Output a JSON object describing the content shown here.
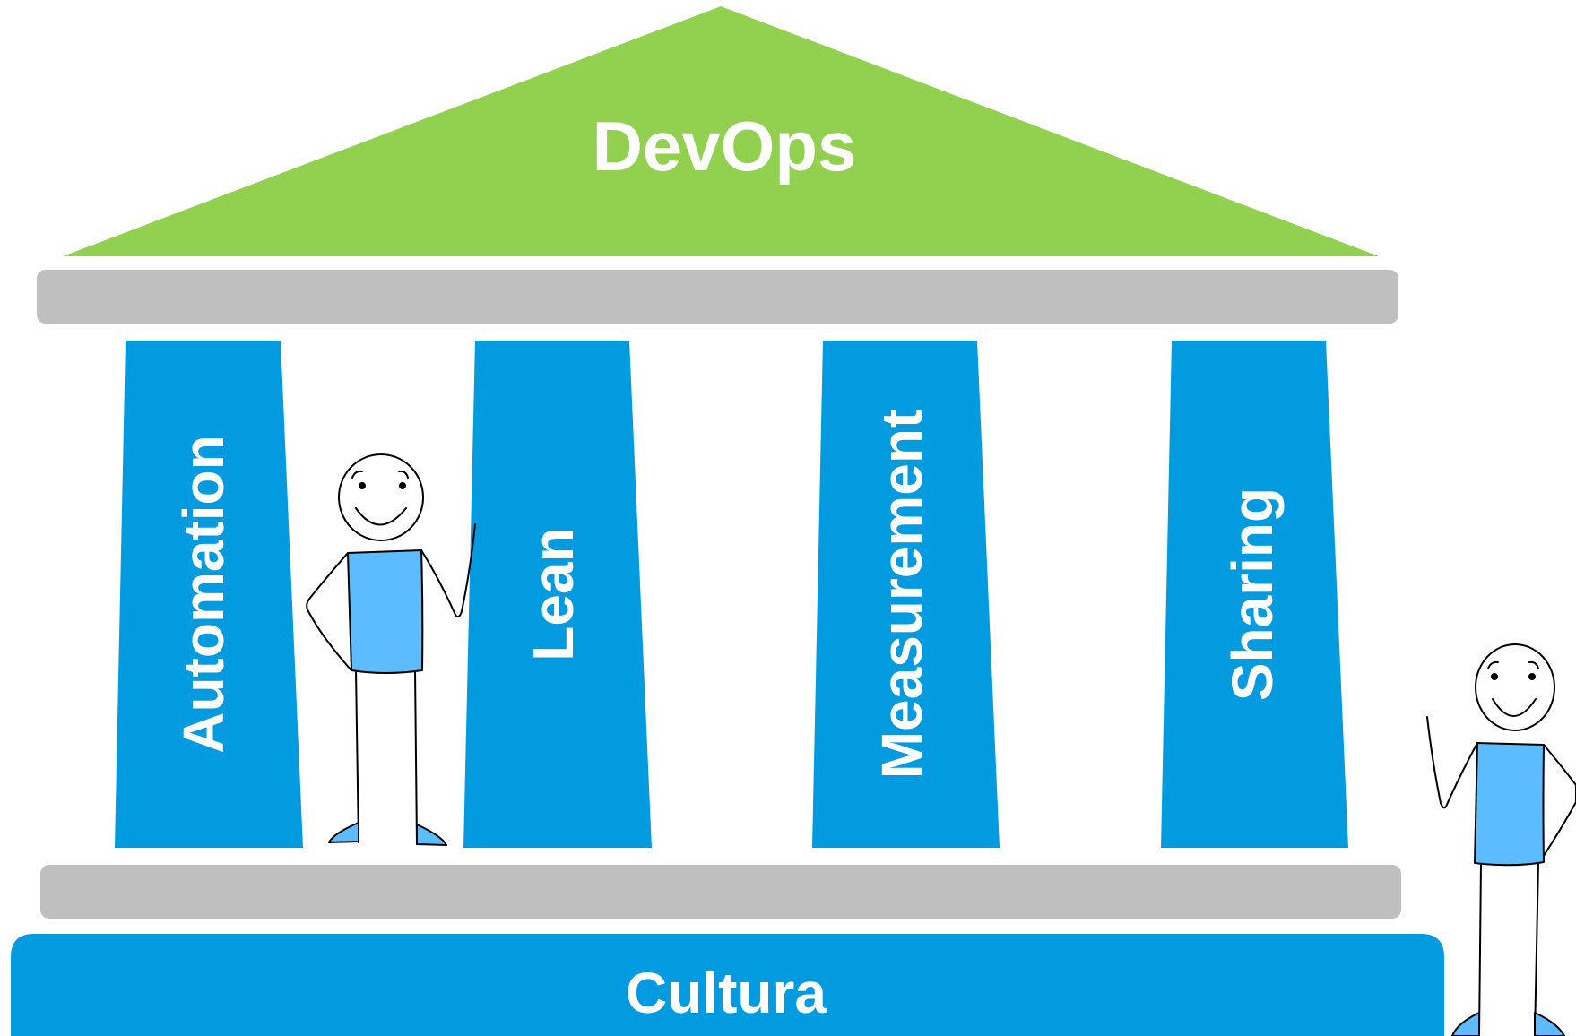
{
  "roof": {
    "title": "DevOps",
    "color": "#92D050"
  },
  "pillars": [
    {
      "label": "Automation"
    },
    {
      "label": "Lean"
    },
    {
      "label": "Measurement"
    },
    {
      "label": "Sharing"
    }
  ],
  "foundation": {
    "label": "Cultura"
  },
  "colors": {
    "pillar": "#039BE0",
    "beam": "#BFBFBF",
    "figure_shirt": "#5CBCFF",
    "outline": "#000000"
  }
}
